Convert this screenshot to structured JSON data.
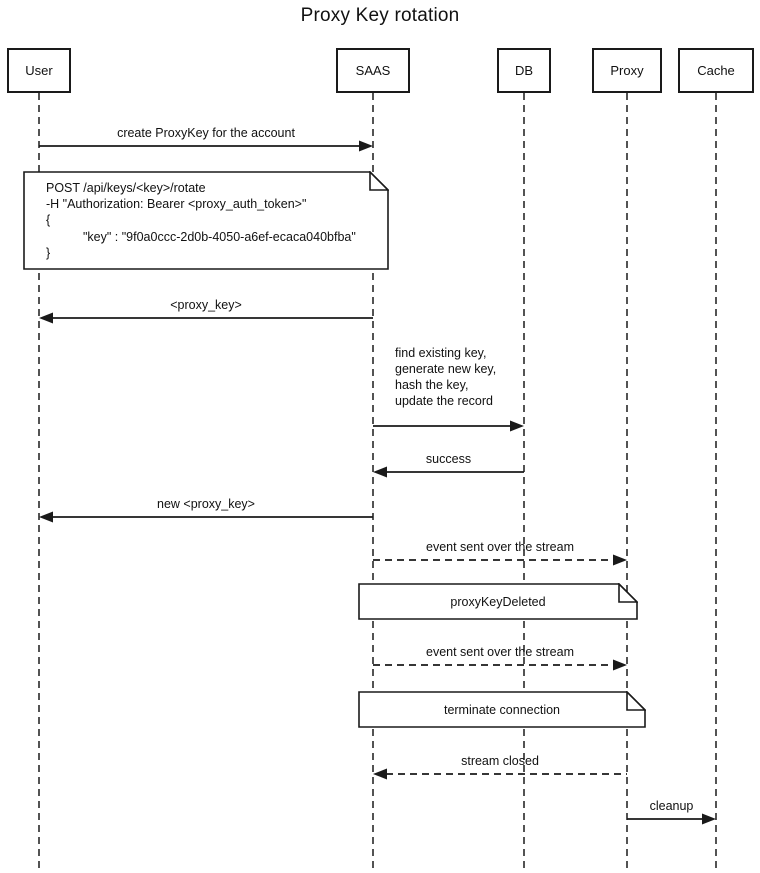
{
  "title": "Proxy Key rotation",
  "participants": [
    {
      "label": "User"
    },
    {
      "label": "SAAS"
    },
    {
      "label": "DB"
    },
    {
      "label": "Proxy"
    },
    {
      "label": "Cache"
    }
  ],
  "messages": [
    {
      "label": "create ProxyKey for the account",
      "from": "User",
      "to": "SAAS",
      "style": "solid"
    },
    {
      "label": "<proxy_key>",
      "from": "SAAS",
      "to": "User",
      "style": "solid"
    },
    {
      "label": "",
      "from": "SAAS",
      "to": "DB",
      "style": "solid"
    },
    {
      "label": "success",
      "from": "DB",
      "to": "SAAS",
      "style": "solid"
    },
    {
      "label": "new <proxy_key>",
      "from": "SAAS",
      "to": "User",
      "style": "solid"
    },
    {
      "label": "event sent over the stream",
      "from": "SAAS",
      "to": "Proxy",
      "style": "dashed"
    },
    {
      "label": "event sent over the stream",
      "from": "SAAS",
      "to": "Proxy",
      "style": "dashed"
    },
    {
      "label": "stream closed",
      "from": "Proxy",
      "to": "SAAS",
      "style": "dashed"
    },
    {
      "label": "cleanup",
      "from": "Proxy",
      "to": "Cache",
      "style": "solid"
    }
  ],
  "db_operation": {
    "lines": [
      "find existing key,",
      "generate new key,",
      "hash the key,",
      "update the record"
    ]
  },
  "notes": {
    "request": {
      "lines": [
        "POST /api/keys/<key>/rotate",
        "-H \"Authorization: Bearer <proxy_auth_token>\"",
        "{",
        "\"key\" : \"9f0a0ccc-2d0b-4050-a6ef-ecaca040bfba\"",
        "}"
      ]
    },
    "proxy_key_deleted": "proxyKeyDeleted",
    "terminate_connection": "terminate connection"
  },
  "colors": {
    "stroke": "#1a1a1a",
    "background": "#ffffff",
    "text": "#111111"
  }
}
